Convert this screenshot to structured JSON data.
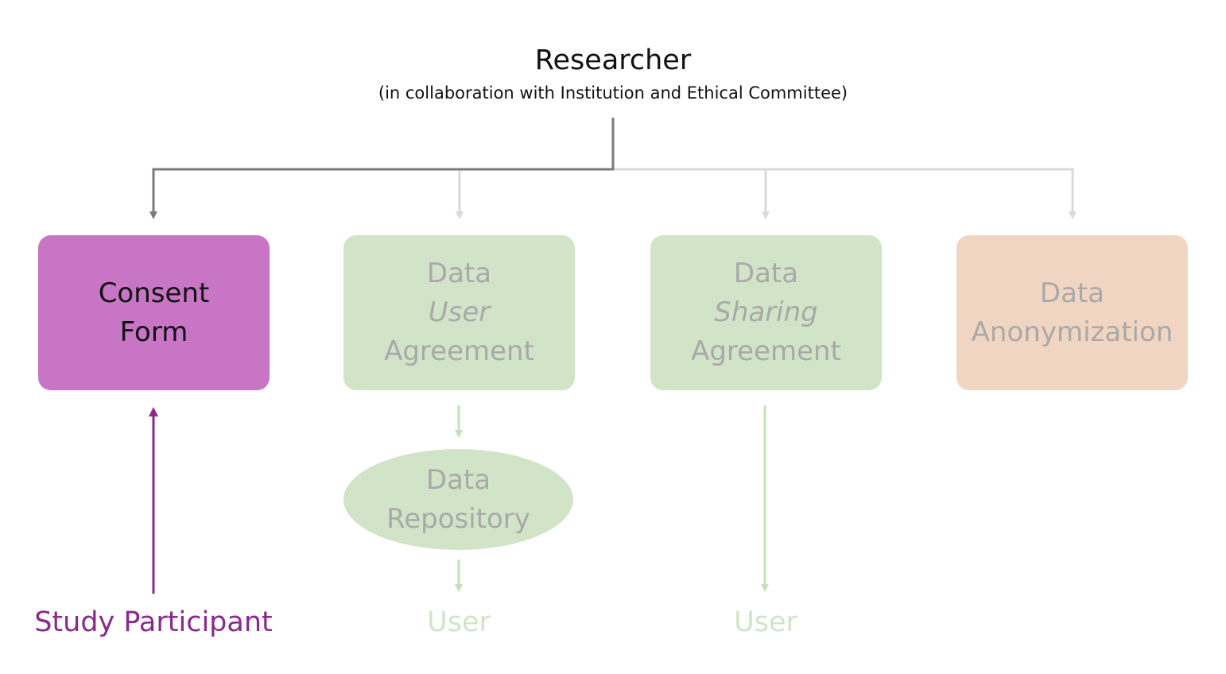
{
  "header": {
    "title": "Researcher",
    "subtitle": "(in collaboration with Institution and Ethical Committee)"
  },
  "nodes": {
    "consent_form": {
      "line1": "Consent",
      "line2": "Form"
    },
    "data_user_agreement": {
      "line1": "Data",
      "line2": "User",
      "line3": "Agreement"
    },
    "data_sharing_agreement": {
      "line1": "Data",
      "line2": "Sharing",
      "line3": "Agreement"
    },
    "data_anonymization": {
      "line1": "Data",
      "line2": "Anonymization"
    },
    "data_repository": {
      "line1": "Data",
      "line2": "Repository"
    }
  },
  "bottom_labels": {
    "study_participant": "Study Participant",
    "user_1": "User",
    "user_2": "User"
  },
  "colors": {
    "consent_fill": "#c875c5",
    "agreement_fill": "#d1e4c7",
    "anonymization_fill": "#f1d5c3",
    "active_connector": "#7a7a7a",
    "inactive_connector": "#d9d9d9",
    "participant": "#8a2a8a",
    "faded_text": "#a9a9a9"
  }
}
